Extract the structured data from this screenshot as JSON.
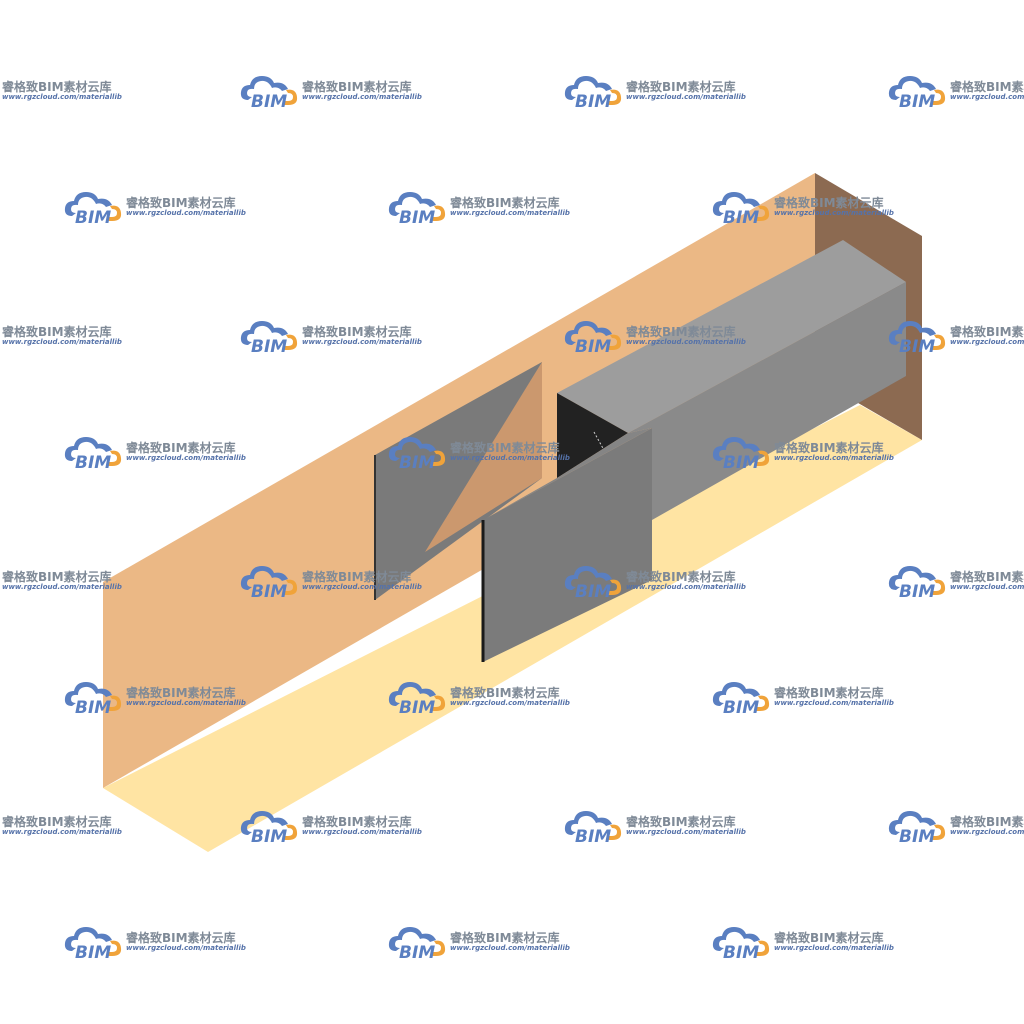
{
  "watermark": {
    "brand_cn": "睿格致BIM素材云库",
    "url": "www.rgzcloud.com/materiallib",
    "logo_text": "BIM"
  },
  "colors": {
    "wall_front": "#ebb885",
    "wall_side": "#8c6a51",
    "wall_bottom": "#ffe4a3",
    "duct_top": "#9d9d9d",
    "duct_front": "#7b7b7b",
    "duct_dark": "#222222",
    "opening_panel": "#7a7a7a",
    "logo_blue": "#5a7fc1",
    "logo_orange": "#f0a33a"
  }
}
